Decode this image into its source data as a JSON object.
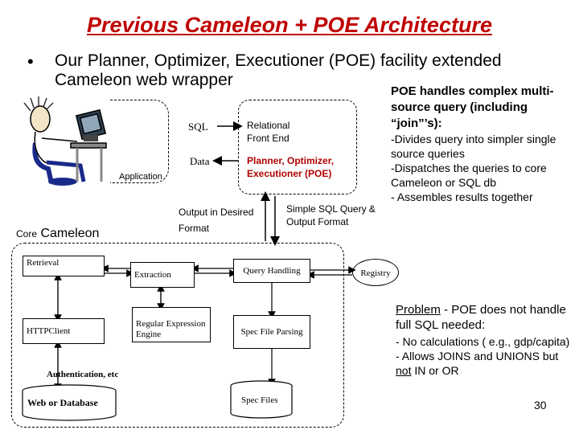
{
  "slide": {
    "title": "Previous Cameleon + POE Architecture",
    "bullet": "Our Planner, Optimizer, Executioner (POE) facility extended Cameleon web wrapper",
    "page_number": "30"
  },
  "diagram": {
    "sql_label": "SQL",
    "data_label": "Data",
    "application_label": "Application",
    "relational_front_end": "Relational Front End",
    "poe_box": "Planner, Optimizer, Executioner (POE)",
    "output_in_desired_format": "Output in Desired Format",
    "simple_sql_query": "Simple SQL Query & Output Format",
    "core_prefix": "Core",
    "cameleon": "Cameleon",
    "retrieval": "Retrieval",
    "extraction": "Extraction",
    "query_handling": "Query Handling",
    "registry": "Registry",
    "http_client": "HTTPClient",
    "regex_engine": "Regular Expression Engine",
    "spec_file_parsing": "Spec File Parsing",
    "authentication": "Authentication, etc",
    "web_or_database": "Web or Database",
    "spec_files": "Spec Files"
  },
  "notes": {
    "poe_heading": "POE handles complex multi-source query (including “join”’s):",
    "poe_items": [
      "-Divides query into simpler single source queries",
      "-Dispatches the queries to core Cameleon or SQL db",
      "- Assembles results together"
    ],
    "problem_label": "Problem",
    "problem_heading": " - POE does not handle full SQL needed:",
    "problem_items": [
      "- No calculations ( e.g., gdp/capita)",
      "- Allows JOINS and UNIONS but "
    ],
    "problem_not": "not",
    "problem_tail": " IN or OR"
  },
  "colors": {
    "title": "#c00000"
  }
}
